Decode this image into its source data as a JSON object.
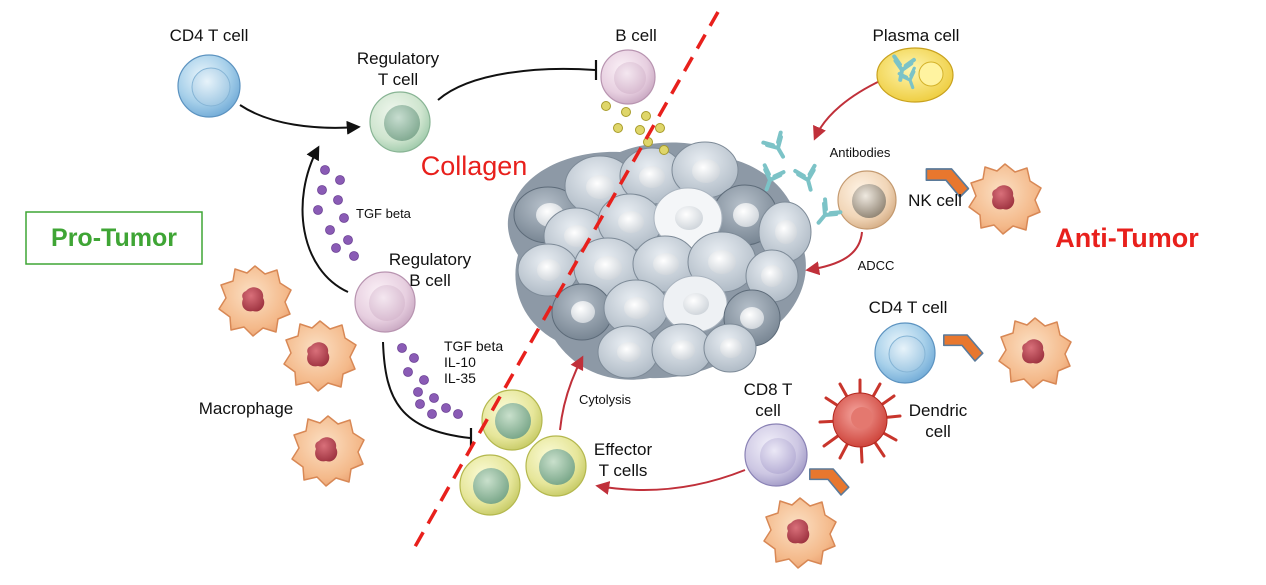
{
  "labels": {
    "cd4_t_cell_top": "CD4 T cell",
    "regulatory_t_cell_line1": "Regulatory",
    "regulatory_t_cell_line2": "T cell",
    "b_cell": "B cell",
    "plasma_cell": "Plasma cell",
    "collagen": "Collagen",
    "antibodies": "Antibodies",
    "nk_cell": "NK cell",
    "tgf_beta_upper": "TGF beta",
    "pro_tumor": "Pro-Tumor",
    "anti_tumor": "Anti-Tumor",
    "regulatory_b_cell_line1": "Regulatory",
    "regulatory_b_cell_line2": "B cell",
    "adcc": "ADCC",
    "cd4_t_cell_right": "CD4 T cell",
    "cytokine_1": "TGF beta",
    "cytokine_2": "IL-10",
    "cytokine_3": "IL-35",
    "macrophage": "Macrophage",
    "cytolysis": "Cytolysis",
    "cd8_t_cell_line1": "CD8 T",
    "cd8_t_cell_line2": "cell",
    "dendric_cell_line1": "Dendric",
    "dendric_cell_line2": "cell",
    "effector_t_cells_line1": "Effector",
    "effector_t_cells_line2": "T cells"
  },
  "colors": {
    "pro_tumor": "#3fa535",
    "anti_tumor": "#e8201c",
    "collagen": "#e8201c",
    "divider": "#e8201c",
    "anti_arrow": "#c0303a",
    "pro_arrow": "#111111",
    "cytokine_purple": "#8a5bb5",
    "cytokine_yellow": "#c8bc3a",
    "orange_chevron": "#e8772e"
  },
  "icons": {
    "inhibition": "t-bar-inhibition-icon",
    "chevron": "orange-chevron-arrow-icon",
    "antibody": "y-shaped-antibody-icon"
  }
}
